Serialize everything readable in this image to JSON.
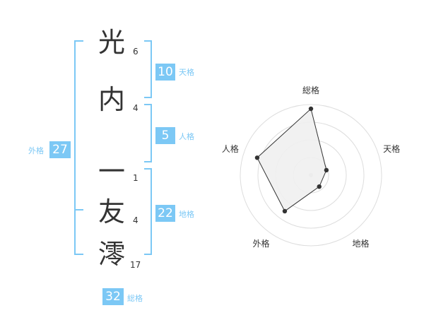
{
  "name": {
    "characters": [
      {
        "char": "光",
        "strokes": "6"
      },
      {
        "char": "内",
        "strokes": "4"
      },
      {
        "char": "一",
        "strokes": "1"
      },
      {
        "char": "友",
        "strokes": "4"
      },
      {
        "char": "澪",
        "strokes": "17"
      }
    ]
  },
  "kaku": {
    "tenkaku": {
      "value": "10",
      "label": "天格"
    },
    "jinkaku": {
      "value": "5",
      "label": "人格"
    },
    "chikaku": {
      "value": "22",
      "label": "地格"
    },
    "gaikaku": {
      "value": "27",
      "label": "外格"
    },
    "soukaku": {
      "value": "32",
      "label": "総格"
    }
  },
  "chart_data": {
    "type": "radar",
    "axes": [
      "総格",
      "天格",
      "地格",
      "外格",
      "人格"
    ],
    "values": [
      0.94,
      0.23,
      0.2,
      0.63,
      0.8
    ],
    "range": [
      0,
      1
    ],
    "rings": 4,
    "fill_color": "#f0f0f0",
    "line_color": "#333333"
  },
  "colors": {
    "accent": "#7cc8f5",
    "text": "#333333",
    "grid": "#dddddd"
  }
}
